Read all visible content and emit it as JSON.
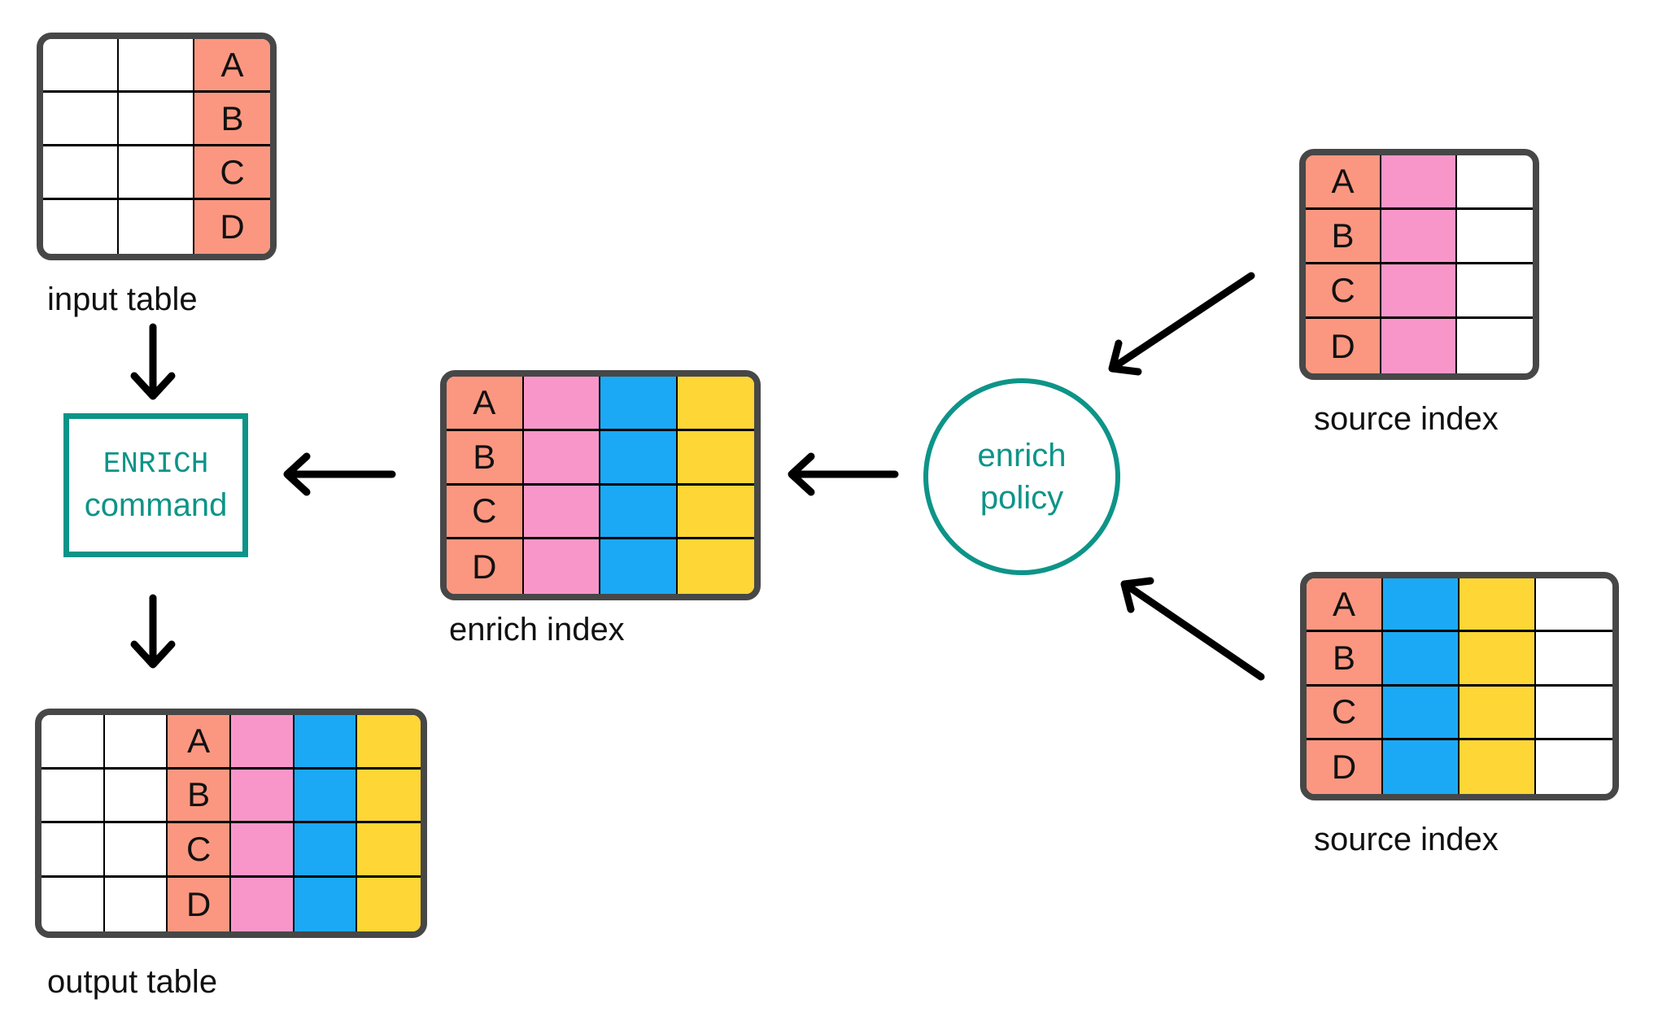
{
  "diagram": {
    "colors": {
      "key": "#FB9780",
      "pink": "#F896CA",
      "blue": "#1BA9F5",
      "yellow": "#FED636",
      "teal": "#0D9488",
      "table_border": "#474747",
      "arrow": "#000000"
    },
    "nodes": {
      "input_table": {
        "label": "input table",
        "row_keys": [
          "A",
          "B",
          "C",
          "D"
        ],
        "columns": [
          "blank",
          "blank",
          "key"
        ]
      },
      "enrich_command": {
        "title_line1": "ENRICH",
        "title_line2": "command"
      },
      "output_table": {
        "label": "output table",
        "row_keys": [
          "A",
          "B",
          "C",
          "D"
        ],
        "columns": [
          "blank",
          "blank",
          "key",
          "pink",
          "blue",
          "yellow"
        ]
      },
      "enrich_index": {
        "label": "enrich index",
        "row_keys": [
          "A",
          "B",
          "C",
          "D"
        ],
        "columns": [
          "key",
          "pink",
          "blue",
          "yellow"
        ]
      },
      "enrich_policy": {
        "label_line1": "enrich",
        "label_line2": "policy"
      },
      "source_index_top": {
        "label": "source index",
        "row_keys": [
          "A",
          "B",
          "C",
          "D"
        ],
        "columns": [
          "key",
          "pink",
          "blank"
        ]
      },
      "source_index_bottom": {
        "label": "source index",
        "row_keys": [
          "A",
          "B",
          "C",
          "D"
        ],
        "columns": [
          "key",
          "blue",
          "yellow",
          "blank"
        ]
      }
    }
  }
}
